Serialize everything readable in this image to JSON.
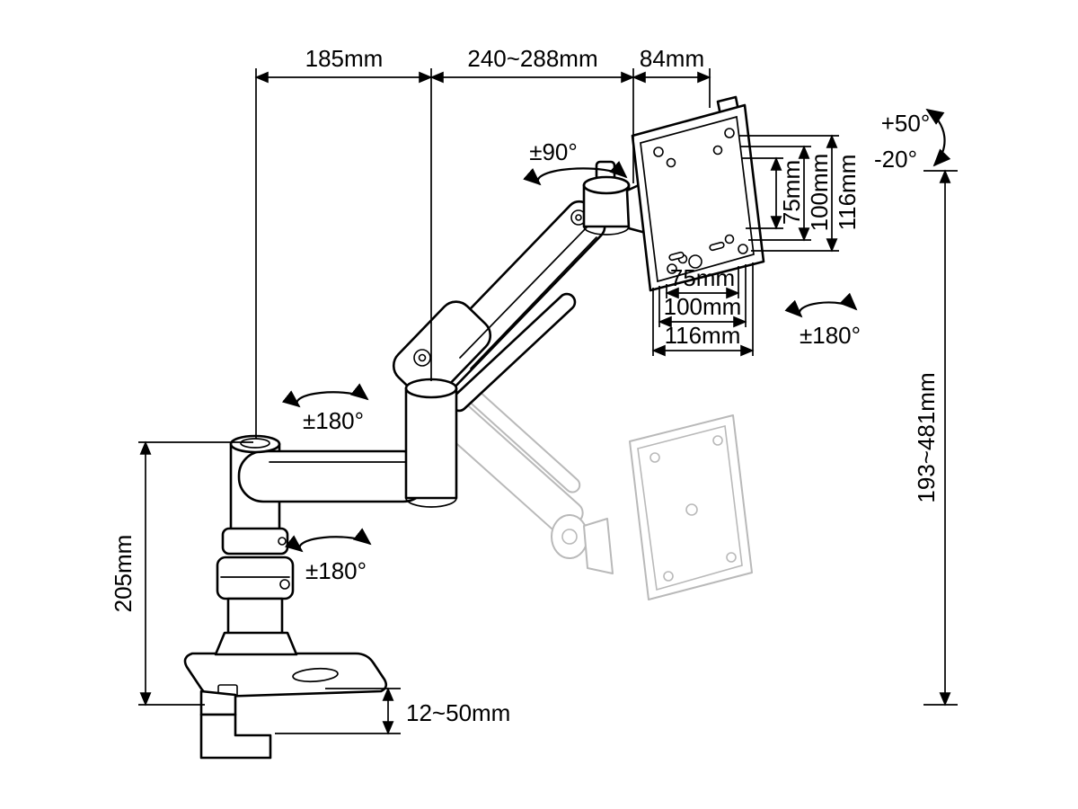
{
  "diagram": {
    "subject": "Gas-spring single monitor desk mount arm — dimension drawing",
    "reach": {
      "rear_arm": "185mm",
      "front_arm": "240~288mm",
      "head_offset": "84mm"
    },
    "height": {
      "pole": "205mm",
      "adjust_range": "193~481mm",
      "clamp_capacity": "12~50mm"
    },
    "tilt": {
      "up": "+50°",
      "down": "-20°"
    },
    "rotation": {
      "head_swivel": "±90°",
      "vesa_plate": "±180°",
      "elbow_joint": "±180°",
      "base_swivel": "±180°"
    },
    "vesa": {
      "vertical": [
        "75mm",
        "100mm",
        "116mm"
      ],
      "horizontal": [
        "75mm",
        "100mm",
        "116mm"
      ]
    }
  }
}
